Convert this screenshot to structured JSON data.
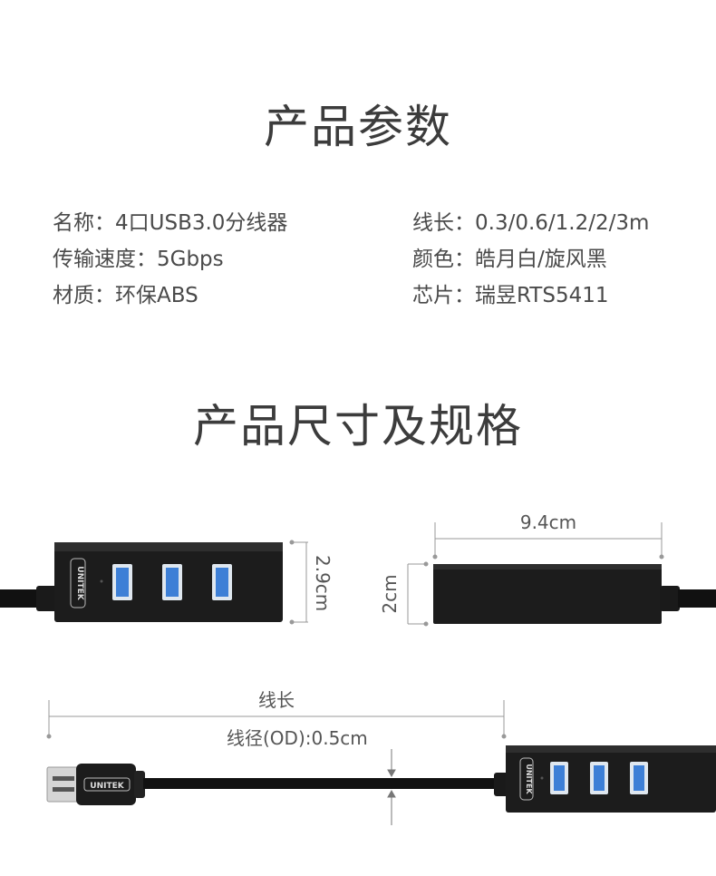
{
  "headings": {
    "params": "产品参数",
    "dimensions": "产品尺寸及规格"
  },
  "specs": {
    "left": [
      "名称：4口USB3.0分线器",
      "传输速度：5Gbps",
      "材质：环保ABS"
    ],
    "right": [
      "线长：0.3/0.6/1.2/2/3m",
      "颜色：皓月白/旋风黑",
      "芯片：瑞昱RTS5411"
    ]
  },
  "dimensions": {
    "height_front": "2.9cm",
    "length_side": "9.4cm",
    "height_side": "2cm",
    "cable_length": "线长",
    "cable_diameter": "线径(OD):0.5cm"
  },
  "brand": "UNITEK",
  "colors": {
    "hub_body": "#1e1e1e",
    "usb_port_blue": "#3d7fd6",
    "dimension_line": "#999999"
  }
}
